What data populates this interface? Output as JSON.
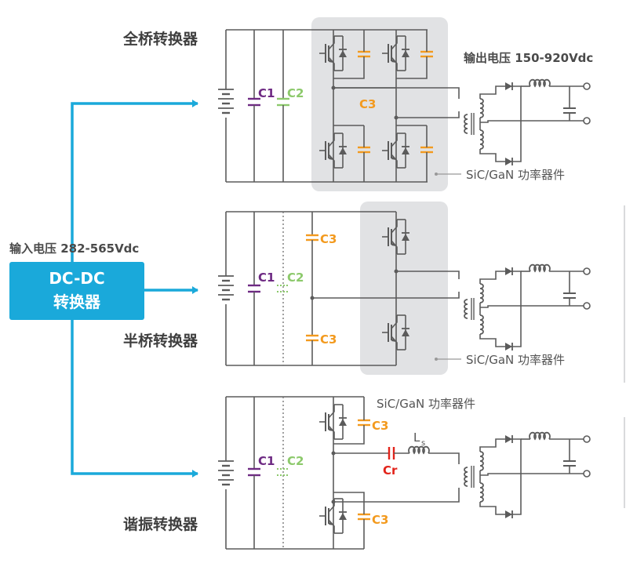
{
  "input_voltage": "输入电压 282-565Vdc",
  "output_voltage": "输出电压 150-920Vdc",
  "converter_box": {
    "line1": "DC-DC",
    "line2": "转换器"
  },
  "full_bridge": {
    "title": "全桥转换器",
    "c1": "C1",
    "c2": "C2",
    "c3": "C3",
    "device_label": "SiC/GaN 功率器件"
  },
  "half_bridge": {
    "title": "半桥转换器",
    "c1": "C1",
    "c2": "C2",
    "c3_top": "C3",
    "c3_bottom": "C3",
    "device_label": "SiC/GaN 功率器件"
  },
  "resonant": {
    "title": "谐振转换器",
    "c1": "C1",
    "c2": "C2",
    "c3_top": "C3",
    "c3_bottom": "C3",
    "cr": "Cr",
    "ls": "L",
    "ls_sub": "s",
    "device_label": "SiC/GaN 功率器件"
  },
  "colors": {
    "blue": "#1aa9da",
    "purple": "#6e2a83",
    "green": "#8cc96b",
    "orange": "#f39a1e",
    "red": "#e2231a",
    "wire": "#5b5b5b",
    "shade": "#e1e2e4"
  }
}
